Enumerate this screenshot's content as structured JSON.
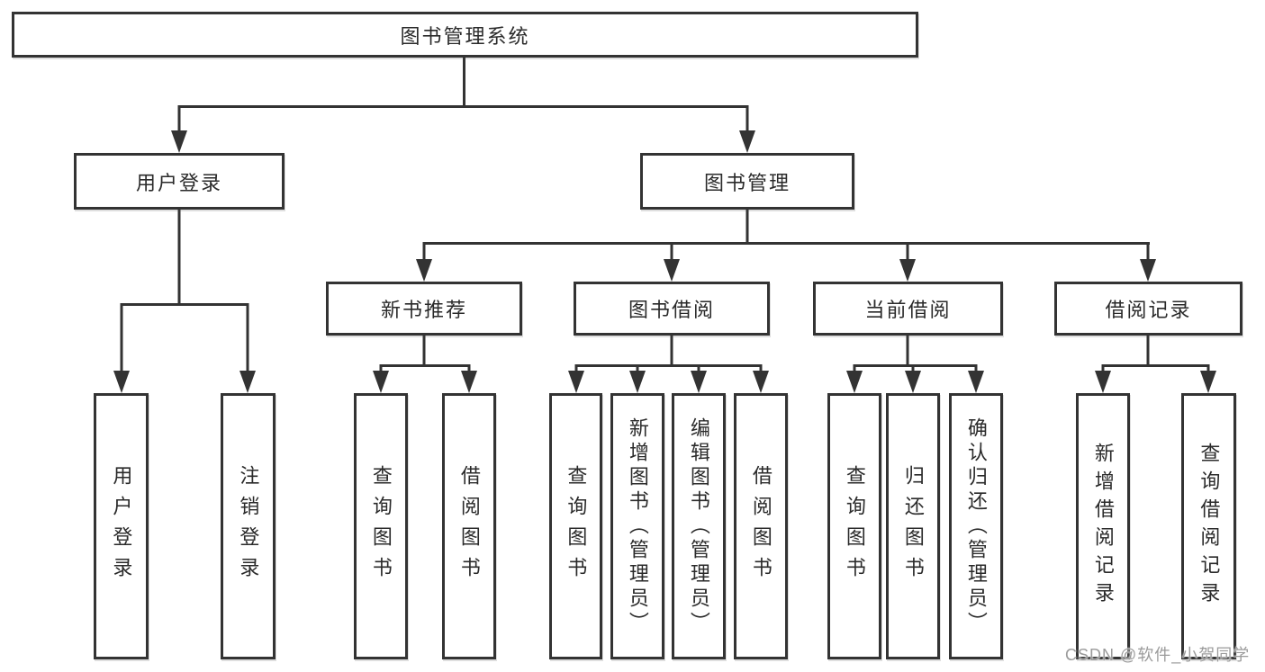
{
  "diagram": {
    "tree": {
      "label": "图书管理系统",
      "children": [
        {
          "label": "用户登录",
          "children": [
            {
              "label": "用户登录"
            },
            {
              "label": "注销登录"
            }
          ]
        },
        {
          "label": "图书管理",
          "children": [
            {
              "label": "新书推荐",
              "children": [
                {
                  "label": "查询图书"
                },
                {
                  "label": "借阅图书"
                }
              ]
            },
            {
              "label": "图书借阅",
              "children": [
                {
                  "label": "查询图书"
                },
                {
                  "label": "新增图书（管理员）"
                },
                {
                  "label": "编辑图书（管理员）"
                },
                {
                  "label": "借阅图书"
                }
              ]
            },
            {
              "label": "当前借阅",
              "children": [
                {
                  "label": "查询图书"
                },
                {
                  "label": "归还图书"
                },
                {
                  "label": "确认归还（管理员）"
                }
              ]
            },
            {
              "label": "借阅记录",
              "children": [
                {
                  "label": "新增借阅记录"
                },
                {
                  "label": "查询借阅记录"
                }
              ]
            }
          ]
        }
      ]
    },
    "watermark": "CSDN @软件_小贺同学",
    "colors": {
      "line": "#333333",
      "box_border": "#333333",
      "text": "#2a2a2a",
      "watermark_text": "#9b9b9b",
      "background": "#ffffff"
    }
  }
}
